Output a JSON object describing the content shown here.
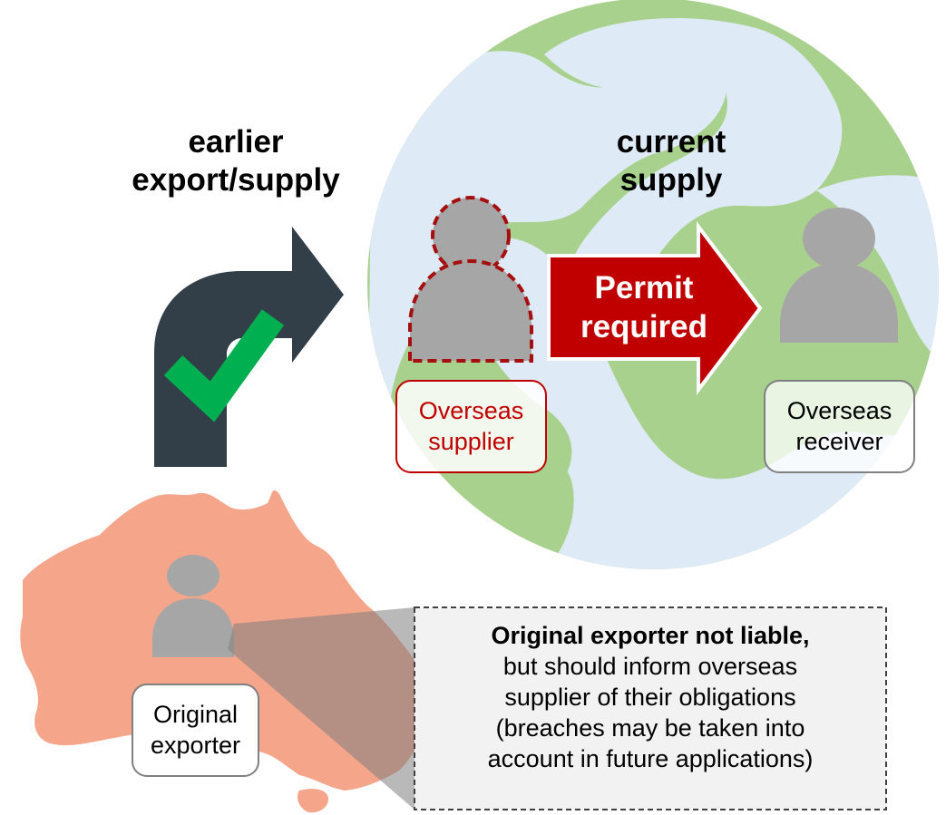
{
  "headings": {
    "earlier_line1": "earlier",
    "earlier_line2": "export/supply",
    "current_line1": "current",
    "current_line2": "supply"
  },
  "permit_arrow": {
    "line1": "Permit",
    "line2": "required"
  },
  "people": {
    "overseas_supplier": {
      "line1": "Overseas",
      "line2": "supplier"
    },
    "overseas_receiver": {
      "line1": "Overseas",
      "line2": "receiver"
    },
    "original_exporter": {
      "line1": "Original",
      "line2": "exporter"
    }
  },
  "note": {
    "title": "Original exporter not liable,",
    "line1": "but should inform overseas",
    "line2": "supplier of their obligations",
    "line3": "(breaches may be taken into",
    "line4": "account in  future applications)"
  },
  "colors": {
    "globe_land": "#a9d18e",
    "globe_ocean": "#deebf7",
    "australia": "#f4a58a",
    "dark_arrow": "#323e48",
    "check": "#00b050",
    "permit_arrow": "#c00000",
    "person": "#a6a6a6",
    "supplier_outline": "#a50f0f"
  },
  "icons": [
    "globe-icon",
    "australia-map-icon",
    "turn-right-arrow-icon",
    "checkmark-icon",
    "person-icon"
  ]
}
